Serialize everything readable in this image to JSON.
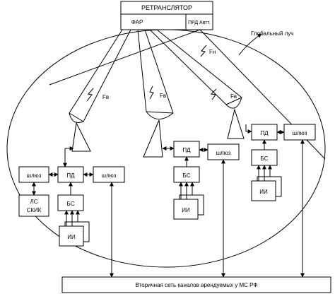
{
  "diagram": {
    "relay": {
      "title": "РЕТРАНСЛЯТОР",
      "far": "ФАР",
      "prd_avt": "ПРД Автт."
    },
    "global_beam_label": "Глобальный луч",
    "beam_labels": {
      "down": "Fн",
      "up_1": "Fв",
      "up_2": "Fв",
      "up_3": "Fв"
    },
    "station_left": {
      "pd": "ПД",
      "bs": "БС",
      "ii": "ИИ",
      "gw_left": "шлюз",
      "gw_right": "шлюз",
      "ls_line1": "ЛС",
      "ls_line2": "СКИК"
    },
    "station_mid": {
      "pd": "ПД",
      "bs": "БС",
      "ii": "ИИ",
      "gw": "шлюз"
    },
    "station_right": {
      "pd": "ПД",
      "bs": "БС",
      "ii": "ИИ",
      "gw": "шлюз"
    },
    "network": "Вторичная сеть каналов арендуемых у МС РФ"
  }
}
